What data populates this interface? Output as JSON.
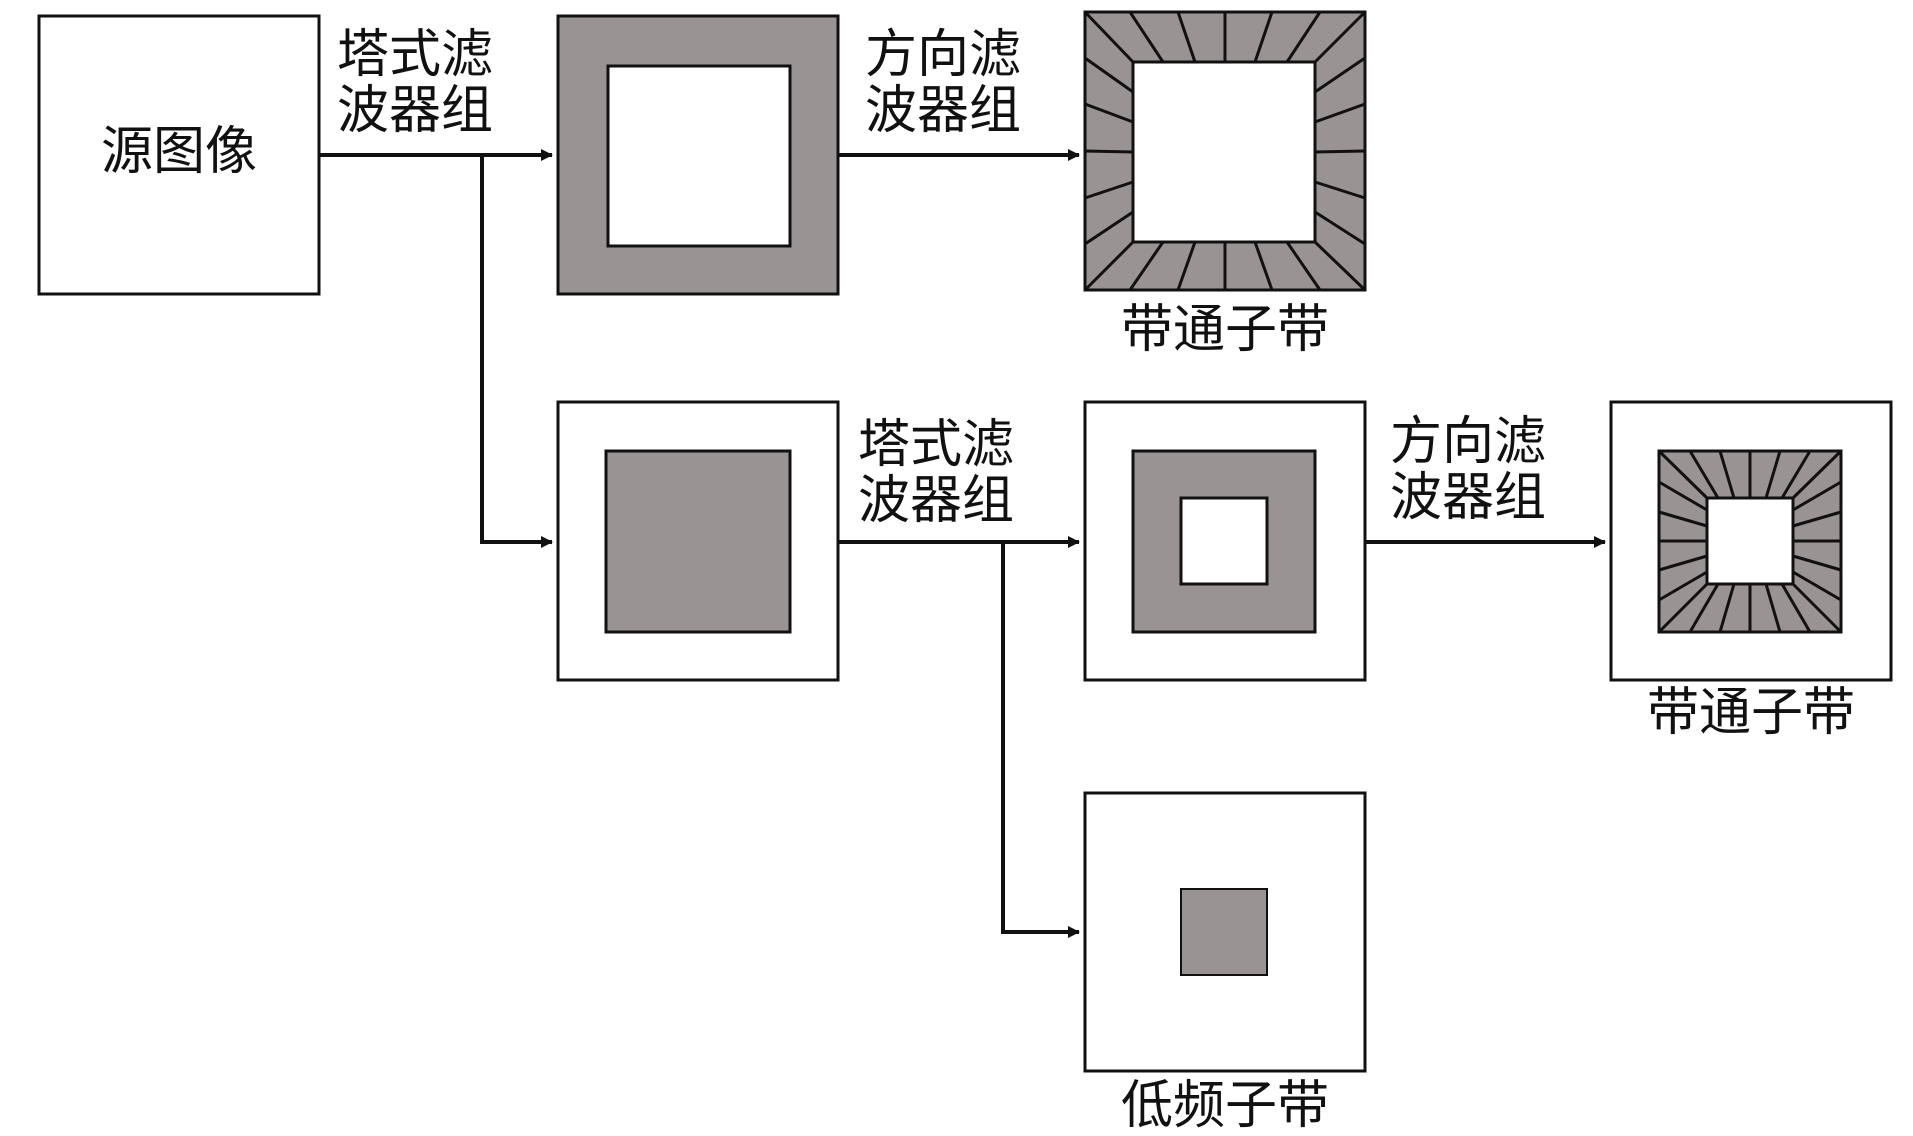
{
  "nodes": {
    "source": "源图像",
    "bandpass_1": "带通子带",
    "bandpass_2": "带通子带",
    "lowpass": "低频子带"
  },
  "edges": {
    "pyramid_1": [
      "塔式滤",
      "波器组"
    ],
    "directional_1": [
      "方向滤",
      "波器组"
    ],
    "pyramid_2": [
      "塔式滤",
      "波器组"
    ],
    "directional_2": [
      "方向滤",
      "波器组"
    ]
  },
  "colors": {
    "fill_gray": "#9a9393",
    "stroke": "#111111",
    "background": "#ffffff"
  }
}
